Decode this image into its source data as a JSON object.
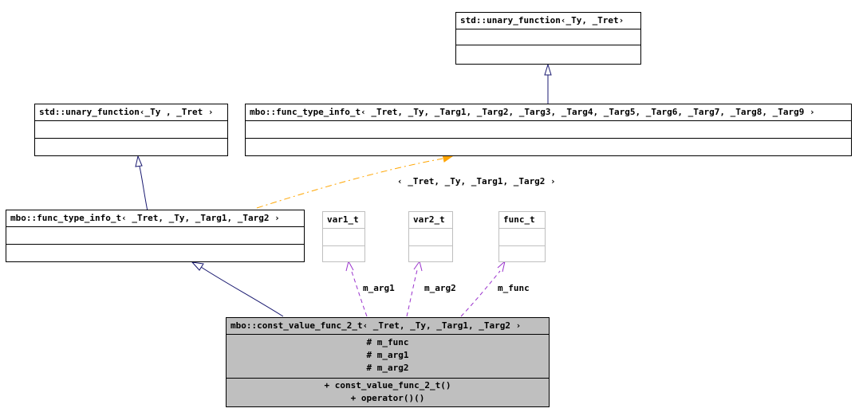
{
  "nodes": {
    "std_unary_ret": {
      "title": "std::unary_function‹_Ty, _Tret›"
    },
    "func_type_info_full": {
      "title": "mbo::func_type_info_t‹ _Tret, _Ty, _Targ1, _Targ2, _Targ3, _Targ4, _Targ5, _Targ6, _Targ7, _Targ8, _Targ9 ›"
    },
    "std_unary_space": {
      "title": "std::unary_function‹_Ty , _Tret ›"
    },
    "func_type_info_2": {
      "title": "mbo::func_type_info_t‹ _Tret, _Ty, _Targ1, _Targ2 ›"
    },
    "var1": {
      "title": "var1_t"
    },
    "var2": {
      "title": "var2_t"
    },
    "func": {
      "title": "func_t"
    },
    "const_value": {
      "title": "mbo::const_value_func_2_t‹ _Tret, _Ty, _Targ1, _Targ2 ›",
      "attributes": [
        "# m_func",
        "# m_arg1",
        "# m_arg2"
      ],
      "methods": [
        "+ const_value_func_2_t()",
        "+ operator()()"
      ]
    }
  },
  "edge_labels": {
    "template_args": "‹ _Tret, _Ty, _Targ1, _Targ2 ›",
    "m_arg1": "m_arg1",
    "m_arg2": "m_arg2",
    "m_func": "m_func"
  },
  "colors": {
    "inheritance": "#191970",
    "template": "#ffa500",
    "usage": "#9a32cd",
    "main_fill": "#bfbfbf"
  }
}
